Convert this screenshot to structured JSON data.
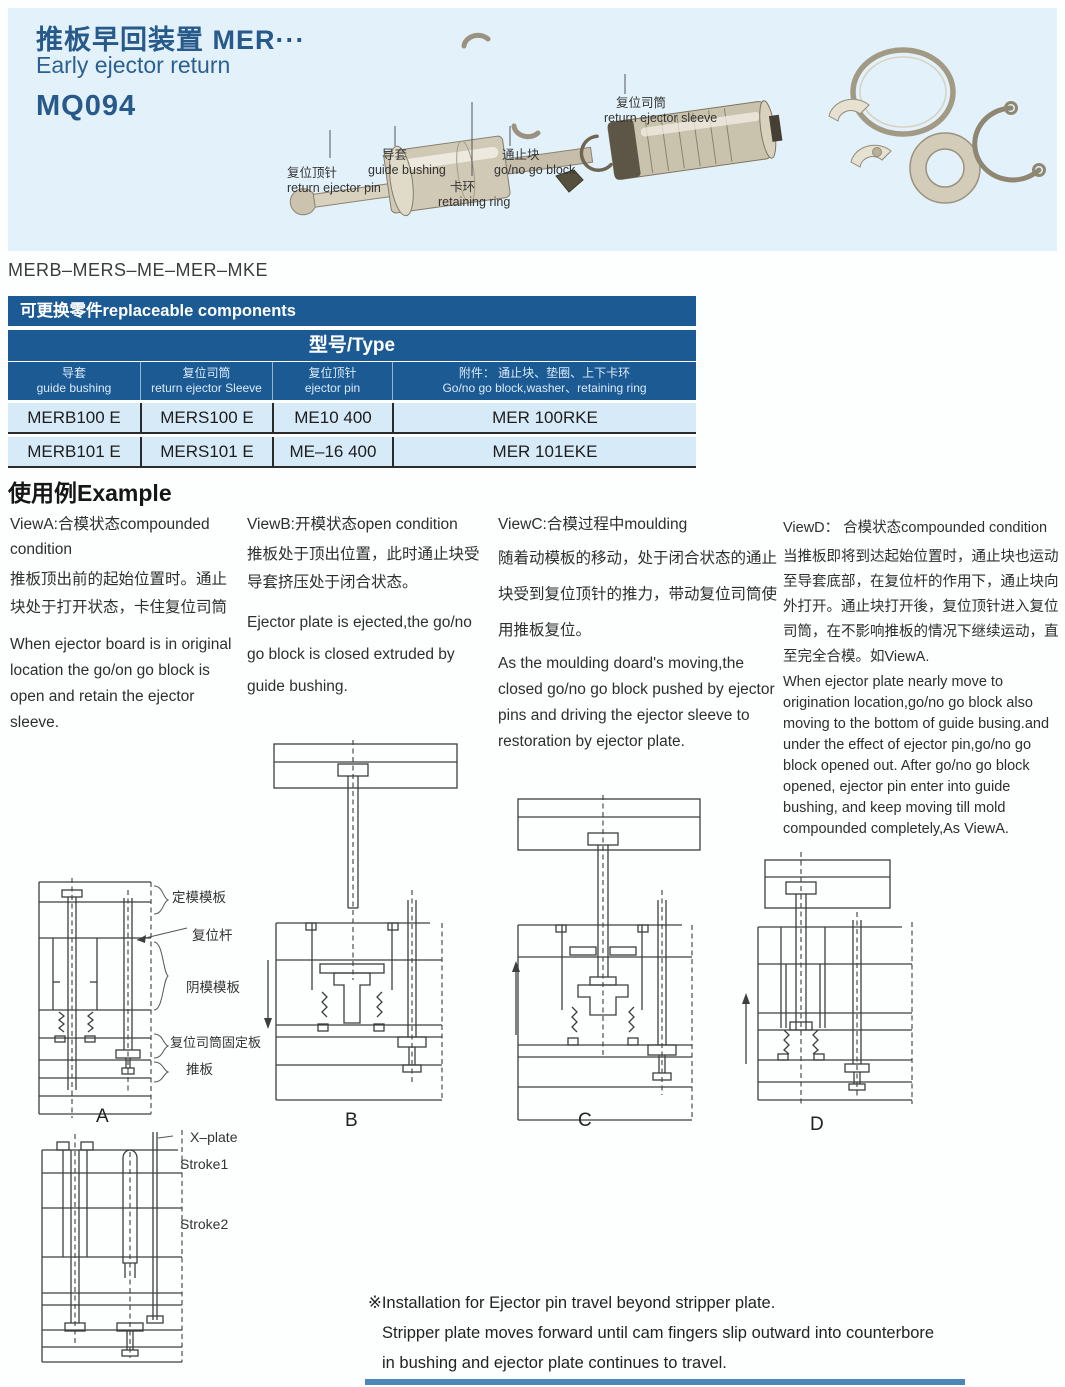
{
  "colors": {
    "header_bg": "#e2f1fa",
    "accent_dark_blue": "#1c5a94",
    "row_light_blue": "#d6eaf8",
    "title_blue": "#27598a"
  },
  "header": {
    "title_cn": "推板早回装置  MER···",
    "title_en": "Early ejector return",
    "model": "MQ094",
    "parts": {
      "pin": {
        "cn": "复位顶针",
        "en": "return ejector pin"
      },
      "bushing": {
        "cn": "导套",
        "en": "guide bushing"
      },
      "ring": {
        "cn": "卡环",
        "en": "retaining ring"
      },
      "block": {
        "cn": "通止块",
        "en": "go/no go block"
      },
      "sleeve": {
        "cn": "复位司筒",
        "en": "return ejector sleeve"
      }
    }
  },
  "series": "MERB–MERS–ME–MER–MKE",
  "table": {
    "title": "可更换零件replaceable components",
    "type_header": "型号/Type",
    "columns": [
      {
        "cn": "导套",
        "en": "guide bushing"
      },
      {
        "cn": "复位司筒",
        "en": "return ejector Sleeve"
      },
      {
        "cn": "复位顶针",
        "en": "ejector pin"
      },
      {
        "cn": "附件：  通止块、垫圈、上下卡环",
        "en": "Go/no go block,washer、retaining ring"
      }
    ],
    "rows": [
      [
        "MERB100 E",
        "MERS100 E",
        "ME10 400",
        "MER 100RKE"
      ],
      [
        "MERB101 E",
        "MERS101 E",
        "ME–16 400",
        "MER 101EKE"
      ]
    ]
  },
  "example": {
    "title": "使用例Example",
    "views": [
      {
        "title": "ViewA:合模状态compounded condition",
        "cn": "推板顶出前的起始位置时。通止块处于打开状态，卡住复位司筒",
        "en": "When ejector board is in original location the go/on go block is open and retain the ejector sleeve."
      },
      {
        "title": "ViewB:开模状态open condition",
        "cn": "推板处于顶出位置，此时通止块受导套挤压处于闭合状态。",
        "en": "Ejector plate is ejected,the go/no go block is closed extruded by guide bushing."
      },
      {
        "title": "ViewC:合模过程中moulding",
        "cn": "随着动模板的移动，处于闭合状态的通止块受到复位顶针的推力，带动复位司筒使用推板复位。",
        "en": "As the moulding doard's moving,the closed go/no go block pushed by ejector pins and driving the ejector sleeve to restoration by ejector plate."
      },
      {
        "title": "ViewD：  合模状态compounded condition",
        "cn": "当推板即将到达起始位置时，通止块也运动至导套底部，在复位杆的作用下，通止块向外打开。通止块打开後，复位顶针进入复位司筒，在不影响推板的情况下继续运动，直至完全合模。如ViewA.",
        "en": "When ejector plate nearly move to origination location,go/no go block also moving to the bottom of guide busing.and under the effect of ejector pin,go/no go block opened out. After go/no go block opened, ejector pin enter into guide bushing, and keep moving till mold compounded completely,As ViewA."
      }
    ]
  },
  "diagrams": {
    "labels": {
      "fixed_plate": "定模模板",
      "return_rod": "复位杆",
      "core_plate": "阴模模板",
      "sleeve_fix_plate": "复位司筒固定板",
      "ejector_plate": "推板",
      "x_plate": "X–plate",
      "stroke1": "Stroke1",
      "stroke2": "Stroke2"
    },
    "letters": [
      "A",
      "B",
      "C",
      "D"
    ]
  },
  "footnote": {
    "line1": "※Installation for Ejector pin travel beyond stripper plate.",
    "line2": "Stripper plate moves forward until cam fingers slip outward into counterbore",
    "line3": "in bushing and ejector plate continues to travel."
  }
}
